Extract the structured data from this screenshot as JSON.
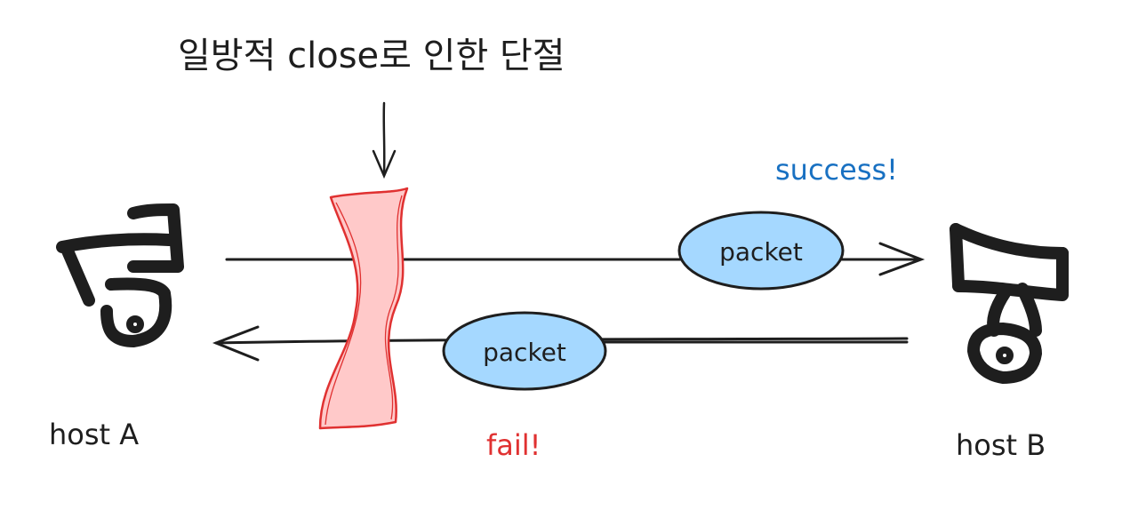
{
  "diagram": {
    "title": "일방적 close로 인한 단절",
    "host_a_label": "host A",
    "host_b_label": "host B",
    "packet_top_label": "packet",
    "packet_bottom_label": "packet",
    "success_label": "success!",
    "fail_label": "fail!"
  },
  "colors": {
    "line": "#1e1e1e",
    "packet_fill": "#a5d8ff",
    "cut_fill": "#ffc9c9",
    "cut_stroke": "#e03131",
    "success": "#1971c2",
    "fail": "#e03131"
  }
}
